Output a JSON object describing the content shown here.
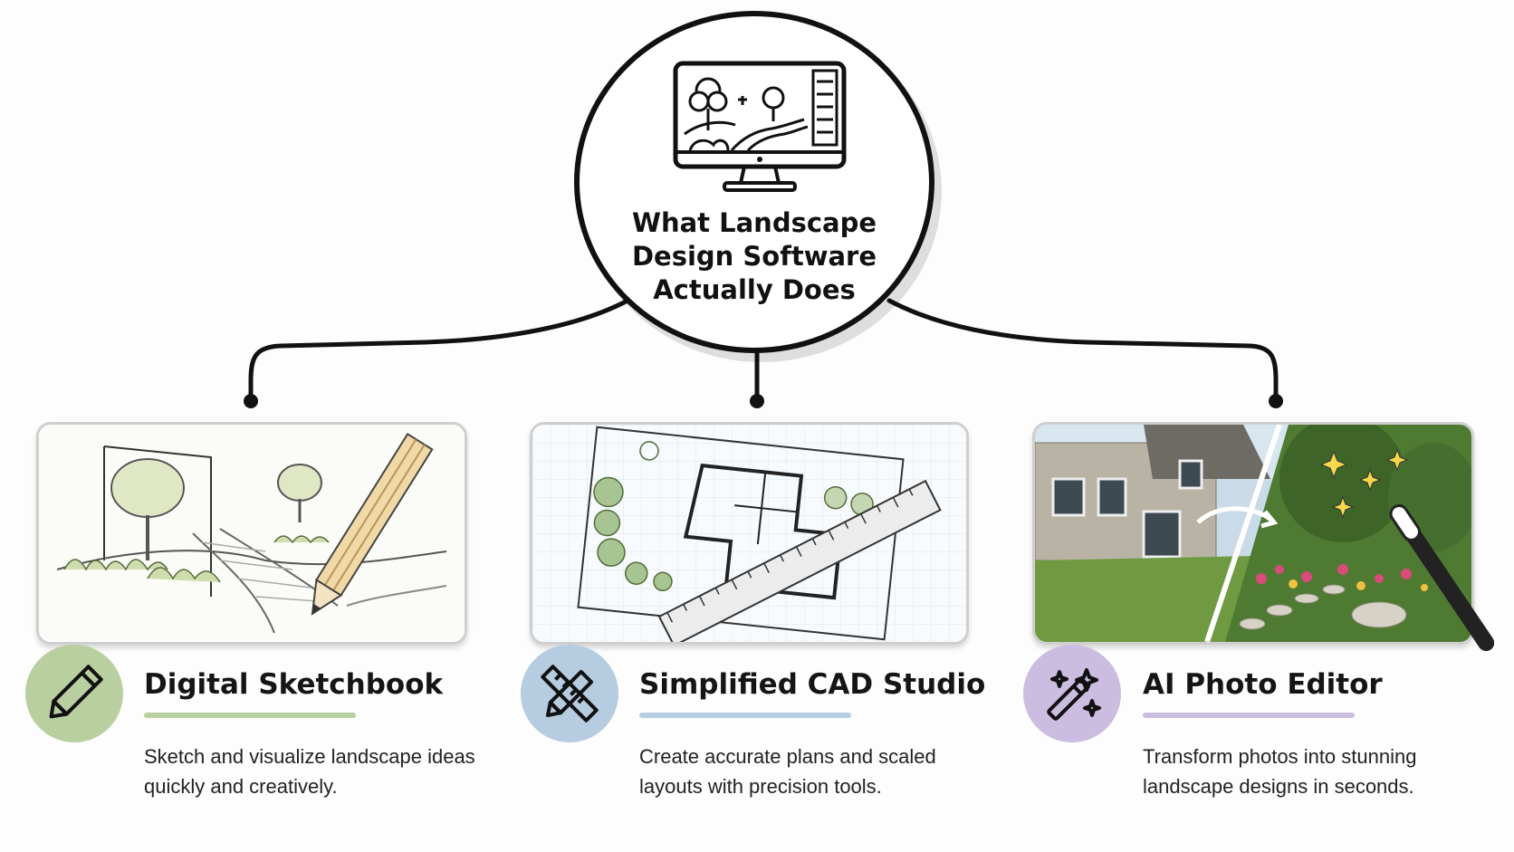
{
  "hub": {
    "title_lines": [
      "What Landscape",
      "Design Software",
      "Actually Does"
    ],
    "icon": "monitor-landscape-icon"
  },
  "colors": {
    "sketch": "#b9cfa0",
    "cad": "#b6cce0",
    "ai": "#cbbde0",
    "outline": "#111111"
  },
  "features": [
    {
      "title": "Digital Sketchbook",
      "desc_lines": [
        "Sketch and visualize landscape ideas",
        "quickly and creatively."
      ],
      "icon": "pencil-icon",
      "image": "landscape-pencil-sketch"
    },
    {
      "title": "Simplified CAD Studio",
      "desc_lines": [
        "Create accurate plans and scaled",
        "layouts with precision tools."
      ],
      "icon": "pencil-ruler-icon",
      "image": "cad-site-plan-with-ruler"
    },
    {
      "title": "AI Photo Editor",
      "desc_lines": [
        "Transform photos into stunning",
        "landscape designs in seconds."
      ],
      "icon": "magic-wand-icon",
      "image": "before-after-yard-photo"
    }
  ]
}
